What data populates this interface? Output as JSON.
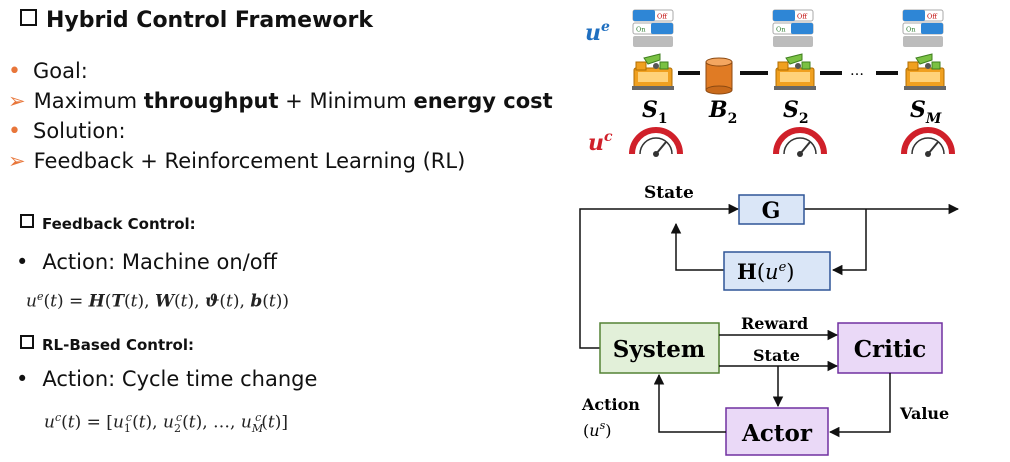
{
  "heading": "Hybrid Control Framework",
  "goal_label": "Goal:",
  "goal_line": {
    "pre": "Maximum ",
    "b1": "throughput",
    "mid": " + Minimum ",
    "b2": "energy cost"
  },
  "solution_label": "Solution:",
  "solution_line": "Feedback + Reinforcement Learning (RL)",
  "feedback": {
    "title": "Feedback Control:",
    "action": "Action: Machine on/off",
    "equation": "u^e(t) = H(T(t), W(t), ϑ(t), b(t))"
  },
  "rl": {
    "title": "RL-Based Control:",
    "action": "Action: Cycle time change",
    "equation": "u^c(t) = [u_1^c(t), u_2^c(t), …, u_M^c(t)]"
  },
  "production_line": {
    "ue_label": "u^e",
    "uc_label": "u^c",
    "switch_off": "Off",
    "switch_on": "On",
    "nodes": [
      "S1",
      "B2",
      "S2",
      "SM"
    ],
    "ellipsis": "…"
  },
  "diagram": {
    "state_top": "State",
    "g_block": "G",
    "h_block": "H(u^e)",
    "system": "System",
    "critic": "Critic",
    "actor": "Actor",
    "reward": "Reward",
    "state_mid": "State",
    "value": "Value",
    "action": "Action",
    "action_sub": "(u^s)"
  },
  "colors": {
    "accent_orange": "#e8763a",
    "ue_blue": "#1f6fc0",
    "uc_red": "#d0202a",
    "g_fill": "#dae6f7",
    "g_stroke": "#2f5597",
    "system_fill": "#e2f0d9",
    "system_stroke": "#548235",
    "critic_fill": "#ead9f7",
    "critic_stroke": "#7030a0",
    "buffer_orange": "#e07b24"
  }
}
